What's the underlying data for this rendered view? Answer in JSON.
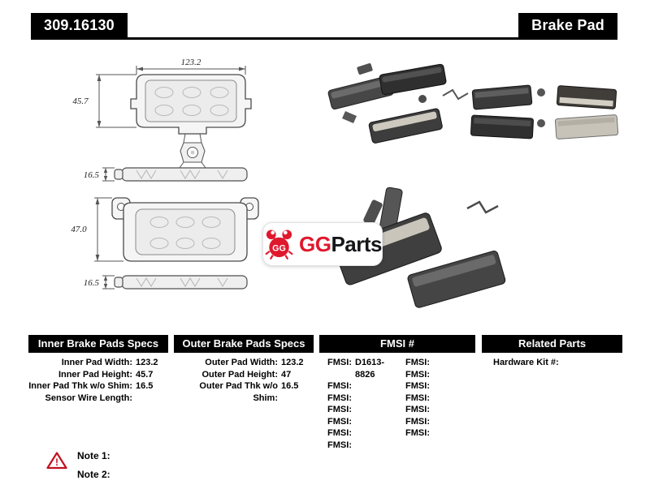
{
  "colors": {
    "brand_red": "#e0182d",
    "ink": "#000000"
  },
  "header": {
    "part_number": "309.16130",
    "product_name": "Brake Pad"
  },
  "diagram": {
    "inner_pad": {
      "width_dim": "123.2",
      "height_dim": "45.7",
      "thickness_dim": "16.5"
    },
    "outer_pad": {
      "height_dim": "47.0",
      "thickness_dim": "16.5"
    }
  },
  "logo": {
    "icon_text": "GG",
    "brand_red_text": "GG",
    "brand_black_text": "Parts"
  },
  "specs": {
    "inner": {
      "title": "Inner Brake Pads Specs",
      "rows": [
        {
          "label": "Inner Pad Width:",
          "value": "123.2"
        },
        {
          "label": "Inner Pad Height:",
          "value": "45.7"
        },
        {
          "label": "Inner Pad Thk w/o Shim:",
          "value": "16.5"
        },
        {
          "label": "Sensor Wire Length:",
          "value": ""
        }
      ]
    },
    "outer": {
      "title": "Outer Brake Pads Specs",
      "rows": [
        {
          "label": "Outer Pad Width:",
          "value": "123.2"
        },
        {
          "label": "Outer Pad Height:",
          "value": "47"
        },
        {
          "label": "Outer Pad Thk w/o Shim:",
          "value": "16.5"
        }
      ]
    },
    "fmsi": {
      "title": "FMSI #",
      "left": [
        {
          "label": "FMSI:",
          "value": "D1613-8826"
        },
        {
          "label": "FMSI:",
          "value": ""
        },
        {
          "label": "FMSI:",
          "value": ""
        },
        {
          "label": "FMSI:",
          "value": ""
        },
        {
          "label": "FMSI:",
          "value": ""
        },
        {
          "label": "FMSI:",
          "value": ""
        },
        {
          "label": "FMSI:",
          "value": ""
        }
      ],
      "right": [
        {
          "label": "FMSI:",
          "value": ""
        },
        {
          "label": "FMSI:",
          "value": ""
        },
        {
          "label": "FMSI:",
          "value": ""
        },
        {
          "label": "FMSI:",
          "value": ""
        },
        {
          "label": "FMSI:",
          "value": ""
        },
        {
          "label": "FMSI:",
          "value": ""
        },
        {
          "label": "FMSI:",
          "value": ""
        }
      ]
    },
    "related": {
      "title": "Related Parts",
      "rows": [
        {
          "label": "Hardware Kit #:",
          "value": ""
        }
      ]
    }
  },
  "notes": [
    {
      "label": "Note 1:"
    },
    {
      "label": "Note 2:"
    }
  ]
}
